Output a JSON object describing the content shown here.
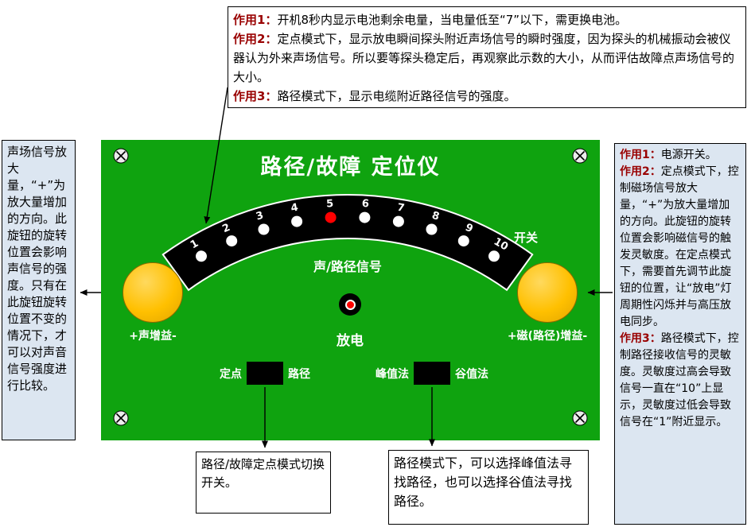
{
  "colors": {
    "panel_green": "#0FA30F",
    "knob_yellow": "#FFC000",
    "led_red": "#FF0000",
    "note_blue": "#DCE6F1",
    "label_red": "#990000"
  },
  "device": {
    "title": "路径/故障 定位仪",
    "scale_labels": [
      "1",
      "2",
      "3",
      "4",
      "5",
      "6",
      "7",
      "8",
      "9",
      "10"
    ],
    "scale_active_index": 4,
    "signal_label": "声/路径信号",
    "power_label": "开关",
    "discharge_label": "放电",
    "sound_gain_label": "+声增益-",
    "magnetic_gain_label": "+磁(路径)增益-",
    "mode_switch": {
      "left_label": "定点",
      "right_label": "路径"
    },
    "method_switch": {
      "left_label": "峰值法",
      "right_label": "谷值法"
    }
  },
  "notes": {
    "meter": {
      "items": [
        {
          "label": "作用1：",
          "text": "开机8秒内显示电池剩余电量，当电量低至“7”以下，需更换电池。"
        },
        {
          "label": "作用2：",
          "text": "定点模式下，显示放电瞬间探头附近声场信号的瞬时强度，因为探头的机械振动会被仪器认为外来声场信号。所以要等探头稳定后，再观察此示数的大小，从而评估故障点声场信号的大小。"
        },
        {
          "label": "作用3：",
          "text": "路径模式下，显示电缆附近路径信号的强度。"
        }
      ]
    },
    "sound_knob": {
      "text": "声场信号放大量，“+”为放大量增加的方向。此旋钮的旋转位置会影响声信号的强度。只有在此旋钮旋转位置不变的情况下，才可以对声音信号强度进行比较。"
    },
    "power_knob": {
      "items": [
        {
          "label": "作用1：",
          "text": "电源开关。"
        },
        {
          "label": "作用2：",
          "text": "定点模式下，控制磁场信号放大量，“+”为放大量增加的方向。此旋钮的旋转位置会影响磁信号的触发灵敏度。在定点模式下，需要首先调节此旋钮的位置，让“放电”灯周期性闪烁并与高压放电同步。"
        },
        {
          "label": "作用3：",
          "text": "路径模式下，控制路径接收信号的灵敏度。灵敏度过高会导致信号一直在“10”上显示，灵敏度过低会导致信号在“1”附近显示。"
        }
      ]
    },
    "mode_switch": {
      "text": "路径/故障定点模式切换开关。"
    },
    "method_switch": {
      "text": "路径模式下，可以选择峰值法寻找路径，也可以选择谷值法寻找路径。"
    }
  }
}
